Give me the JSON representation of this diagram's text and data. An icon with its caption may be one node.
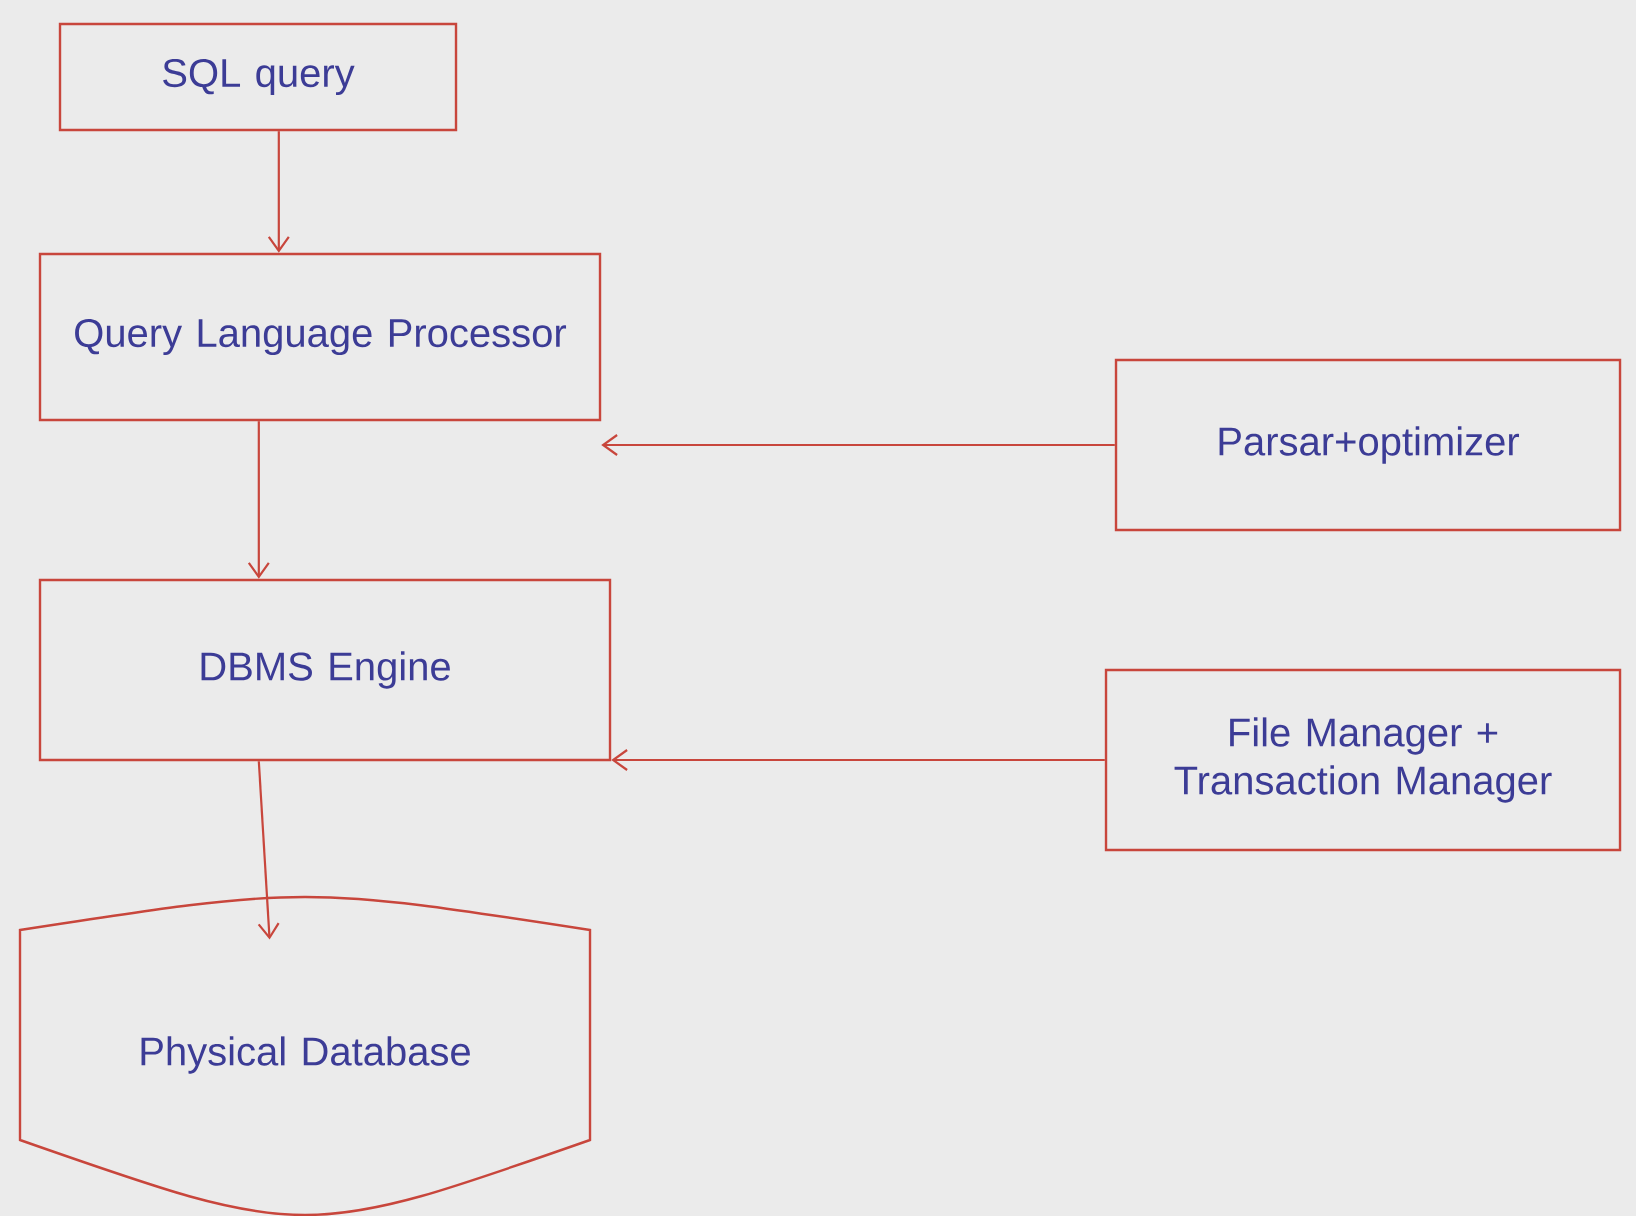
{
  "diagram": {
    "nodes": [
      {
        "text": [
          "SQL query"
        ]
      },
      {
        "text": [
          "Query Language Processor"
        ]
      },
      {
        "text": [
          "Parsar+optimizer"
        ]
      },
      {
        "text": [
          "DBMS Engine"
        ]
      },
      {
        "text": [
          "File Manager + Transaction Manager"
        ]
      },
      {
        "text": [
          "Physical Database"
        ]
      }
    ],
    "edges": [
      {
        "from": 0,
        "to": 1,
        "arrow": "to"
      },
      {
        "from": 2,
        "to": 1,
        "arrow": "to"
      },
      {
        "from": 1,
        "to": 3,
        "arrow": "to"
      },
      {
        "from": 4,
        "to": 3,
        "arrow": "to"
      },
      {
        "from": 3,
        "to": 5,
        "arrow": "to"
      }
    ]
  }
}
